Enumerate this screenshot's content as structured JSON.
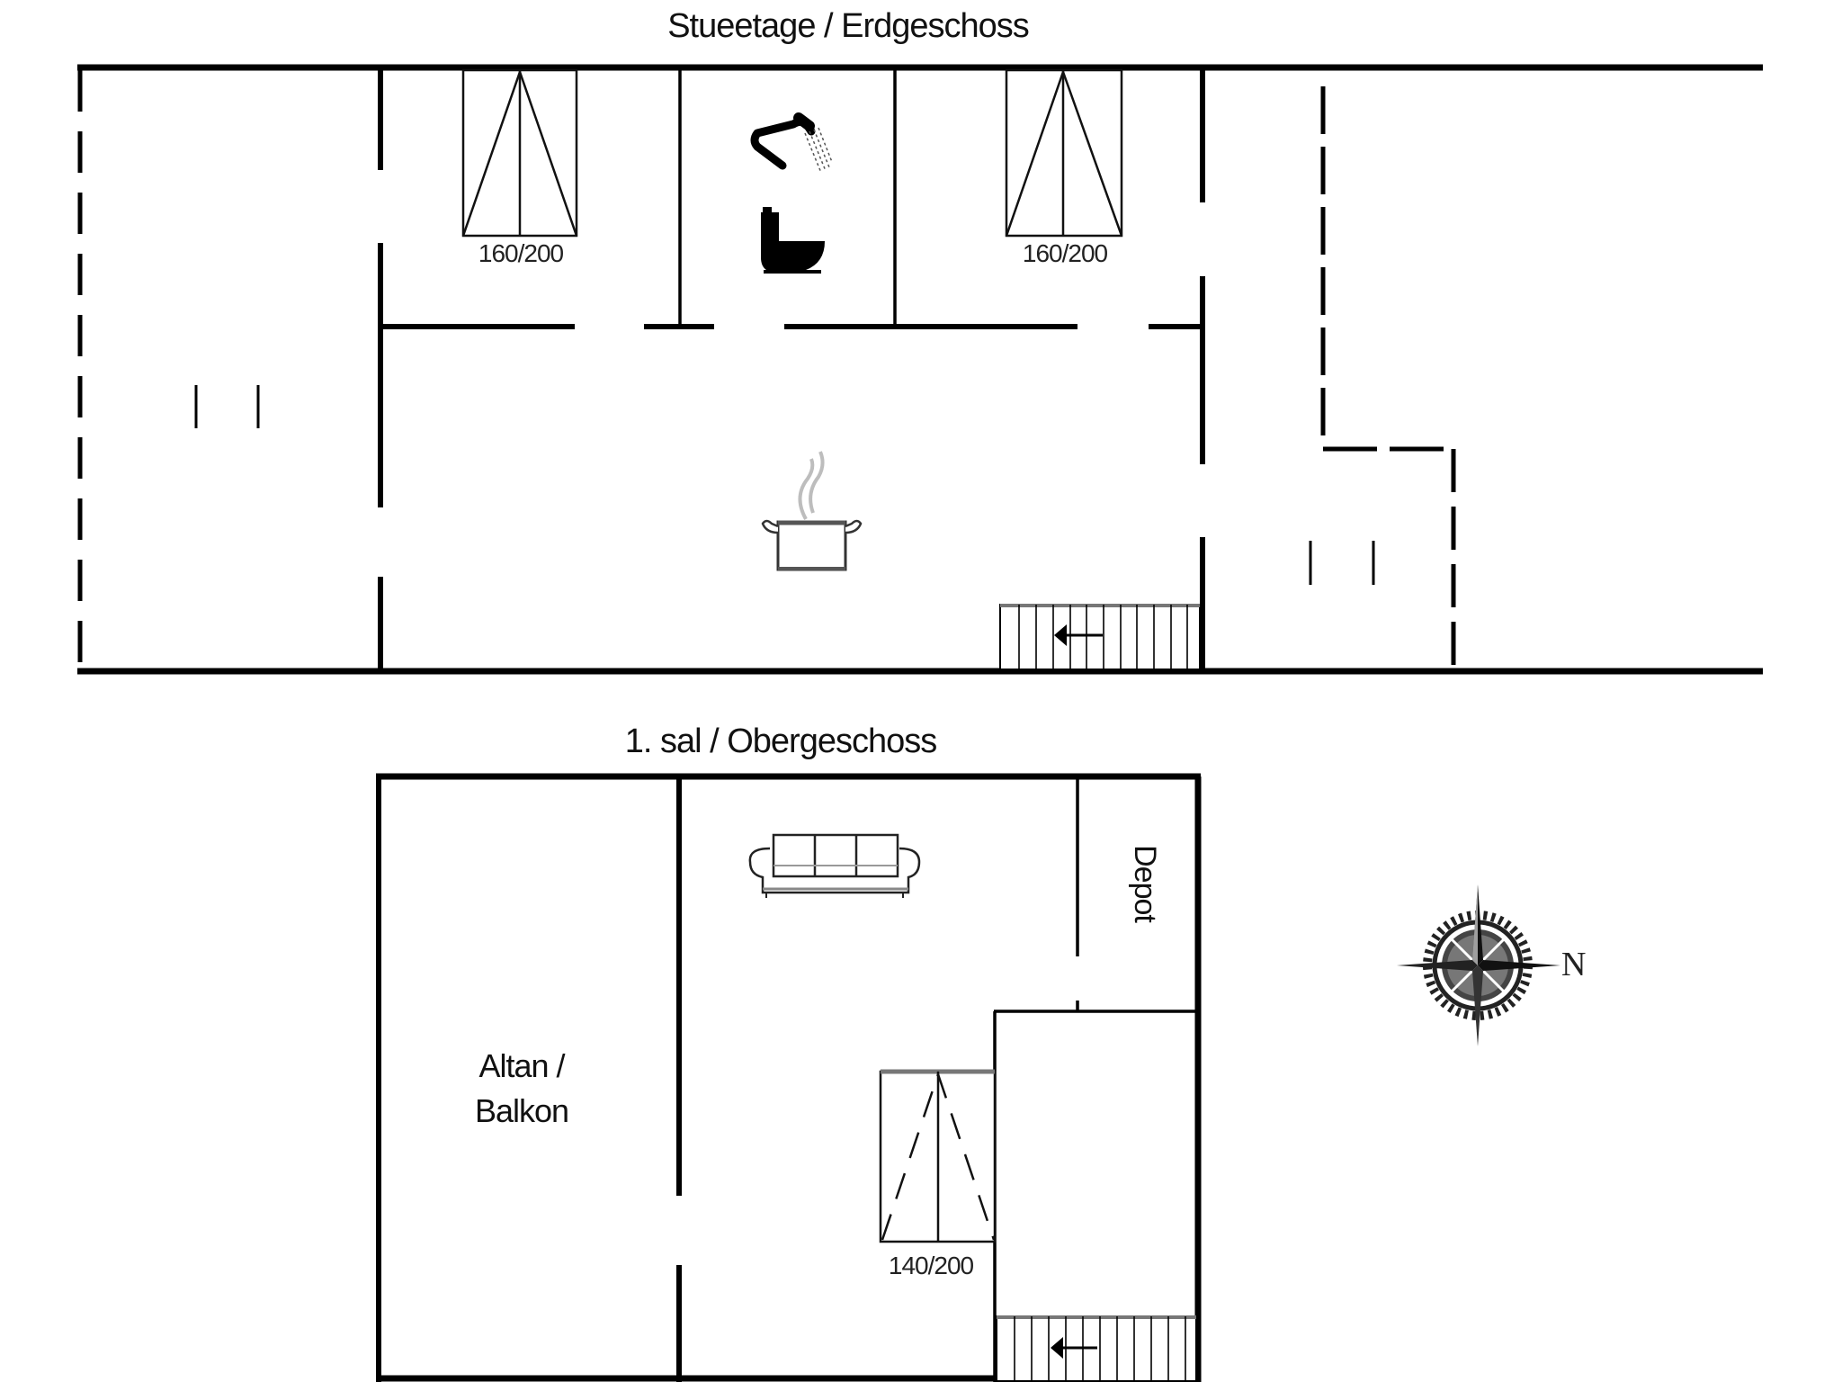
{
  "floors": [
    {
      "title": "Stueetage / Erdgeschoss",
      "beds": [
        {
          "size": "160/200"
        },
        {
          "size": "160/200"
        }
      ],
      "icons": [
        "shower-icon",
        "toilet-icon",
        "cooking-pot-icon",
        "staircase-icon"
      ]
    },
    {
      "title": "1. sal / Obergeschoss",
      "rooms": [
        {
          "label_line1": "Altan /",
          "label_line2": "Balkon"
        },
        {
          "label": "Depot"
        }
      ],
      "beds": [
        {
          "size": "140/200"
        }
      ],
      "icons": [
        "sofa-icon",
        "staircase-icon"
      ]
    }
  ],
  "compass": {
    "north_label": "N",
    "orientation": "north-right"
  },
  "colors": {
    "ink": "#000000",
    "background": "#ffffff",
    "steam": "#bdbdbd"
  }
}
